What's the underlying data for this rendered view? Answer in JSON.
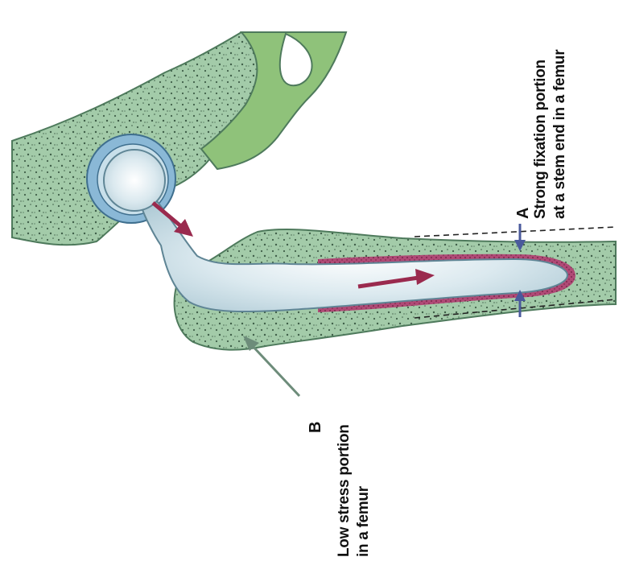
{
  "labels": {
    "a_letter": "A",
    "a_line1": "Strong fixation portion",
    "a_line2": "at a stem end in a femur",
    "b_letter": "B",
    "b_line1": "Low stress portion",
    "b_line2": "in a femur"
  },
  "colors": {
    "bone": "#9fc8a8",
    "bone_edge": "#4e7a5c",
    "ilium": "#8fc27a",
    "cartilage": "#8ab8d6",
    "stem": "#cfe2ea",
    "fixation_zone": "#b84a78",
    "arrow": "#9a2a4e",
    "marker_arrow": "#4a5a9c"
  }
}
